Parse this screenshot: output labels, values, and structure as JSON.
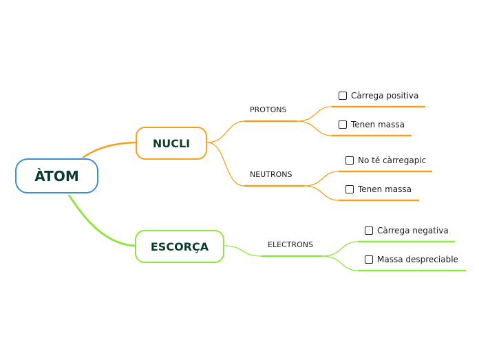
{
  "root": {
    "label": "ÀTOM"
  },
  "branches": [
    {
      "label": "NUCLI",
      "color": "#f5a01a",
      "children": [
        {
          "label": "PROTONS",
          "leaves": [
            "Càrrega positiva",
            "Tenen massa"
          ]
        },
        {
          "label": "NEUTRONS",
          "leaves": [
            "No té càrregapic",
            "Tenen massa"
          ]
        }
      ]
    },
    {
      "label": "ESCORÇA",
      "color": "#8ee63c",
      "children": [
        {
          "label": "ELECTRONS",
          "leaves": [
            "Càrrega negativa",
            "Massa despreciable"
          ]
        }
      ]
    }
  ],
  "colors": {
    "root_border": "#3b8fd0",
    "nucli": "#f5a01a",
    "escorca": "#8ee63c",
    "text": "#0b3b2e"
  }
}
